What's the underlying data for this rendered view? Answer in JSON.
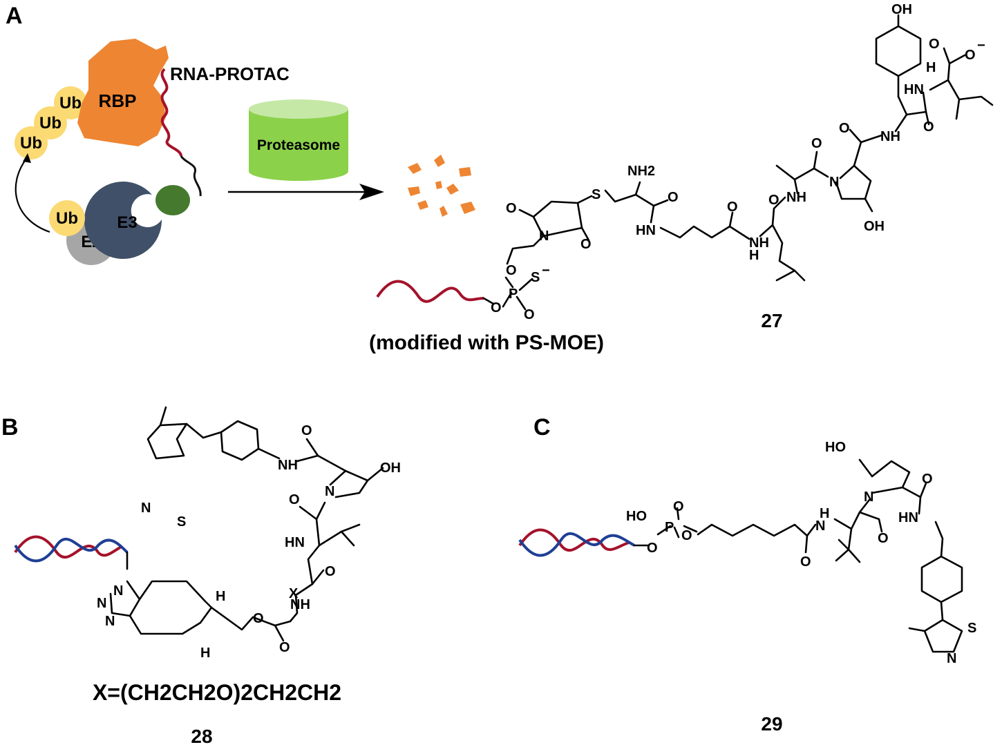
{
  "panels": {
    "a": "A",
    "b": "B",
    "c": "C"
  },
  "scheme": {
    "ub": "Ub",
    "rbp": "RBP",
    "e2": "E2",
    "e3": "E3",
    "rna_protac": "RNA-PROTAC",
    "proteasome": "Proteasome"
  },
  "compounds": {
    "c27": {
      "label": "27",
      "note": "(modified with PS-MOE)"
    },
    "c28": {
      "label": "28",
      "x_def": "X=(CH2CH2O)2CH2CH2"
    },
    "c29": {
      "label": "29"
    }
  },
  "atoms": {
    "OH": "OH",
    "O": "O",
    "NH": "NH",
    "HN": "HN",
    "H": "H",
    "N": "N",
    "S": "S",
    "P": "P",
    "HO": "HO",
    "X": "X",
    "NH2": "NH2",
    "minus": "−"
  },
  "colors": {
    "ub": "#FBDA74",
    "rbp": "#EE8532",
    "e3": "#3F5068",
    "e2": "#A6A6A6",
    "ligand": "#457A2E",
    "rna_red": "#A5122A",
    "dna_blue": "#1F3F94",
    "proteasome_side": "#8CD14A",
    "proteasome_top": "#C5E8A6",
    "fragment": "#EE8532"
  }
}
